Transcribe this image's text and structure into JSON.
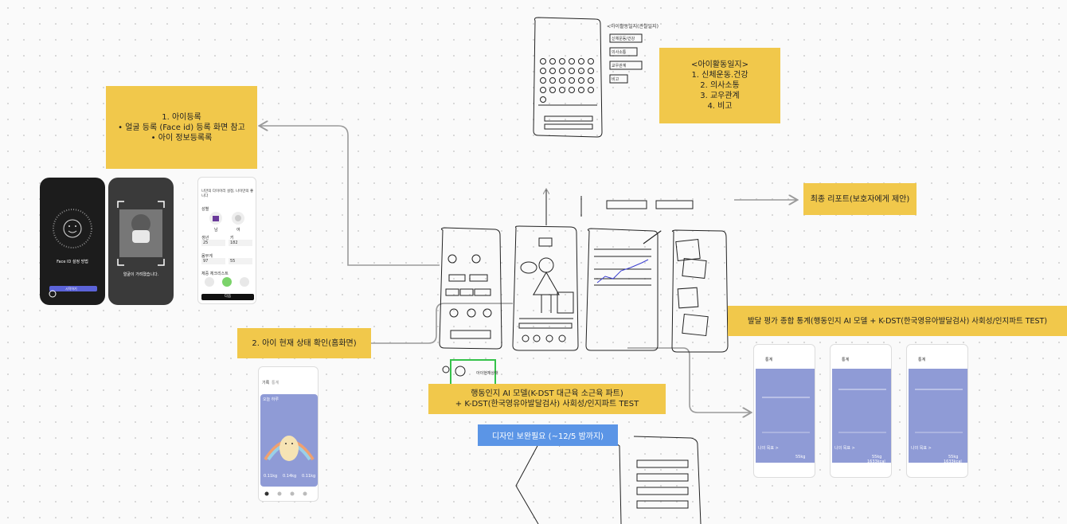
{
  "notes": {
    "register": {
      "title": "1. 아이등록",
      "items": [
        "• 얼굴 등록 (Face id) 등록 화면 참고",
        "• 아이 정보등록록"
      ]
    },
    "activity": {
      "title": "<아이활동일지>",
      "items": [
        "1. 신체운동.건강",
        "2. 의사소통",
        "3. 교우관계",
        "4. 비고"
      ]
    },
    "final_report": "최종 리포트(보호자에게 제안)",
    "home_status": "2. 아이 현재 상태 확인(홈화면)",
    "stats": "발달 평가 종합 통계(행동인지 AI 모델 + K-DST(한국영유아발달검사) 사회성/인지파트 TEST)",
    "ai_model": {
      "line1": "행동인지 AI 모델(K-DST 대근육 소근육 파트)",
      "line2": "+ K-DST(한국영유아발달검사) 사회성/인지파트 TEST"
    },
    "design_needed": "디자인 보완필요 (~12/5 밤까지)"
  },
  "faceid": {
    "title": "Face ID 설정 방법",
    "button": "시작하기",
    "scan_text": "얼굴이 가려졌습니다."
  },
  "info_form": {
    "heading": "나만의 다이어리 설정, 나이만의 좋니다",
    "labels": [
      "성별",
      "생년",
      "키",
      "몸무게",
      "체중 체크리스트"
    ],
    "values": [
      "남",
      "여",
      "25",
      "182",
      "97",
      "55"
    ],
    "button": "다음"
  },
  "home": {
    "tabs": [
      "기록",
      "통계"
    ],
    "today": "오늘 하루",
    "stats": [
      "0.11kg",
      "0.14kg",
      "0.11kg"
    ]
  },
  "stat_screens": {
    "title": "통계",
    "section": "나의 목표 >",
    "values": [
      "55kg",
      "1633kcal"
    ]
  },
  "sketch_labels": {
    "top_phone": "<아이활동일지(관찰일지)",
    "top_boxes": [
      "신체운동/건강",
      "의사소통",
      "교우관계",
      "비고"
    ],
    "report": "최종 리포트(보호자에게 제안)",
    "growth": "아이현재상태"
  }
}
